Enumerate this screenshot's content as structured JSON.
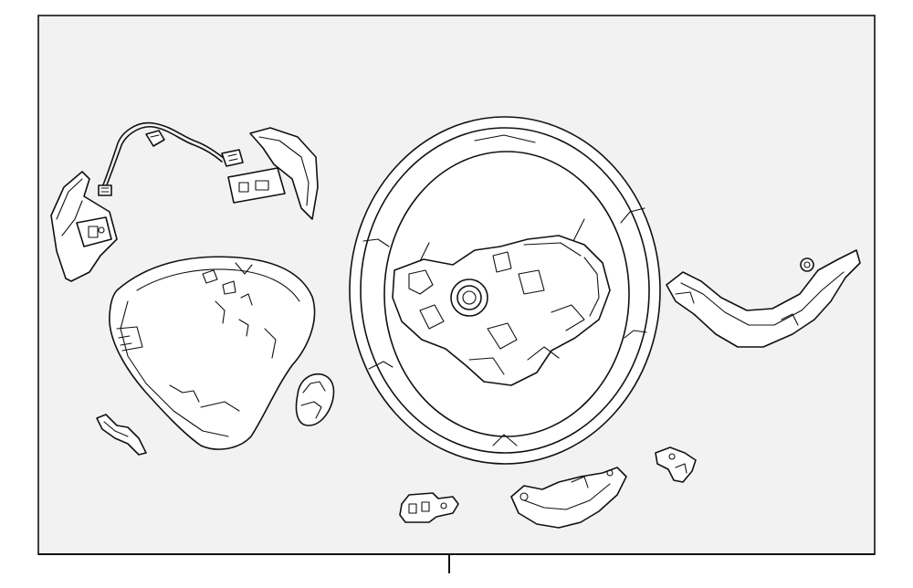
{
  "diagram": {
    "background_color": "#f2f2f2",
    "line_color": "#111111",
    "parts": [
      {
        "name": "wire-harness"
      },
      {
        "name": "left-switch-bezel"
      },
      {
        "name": "right-switch-bezel"
      },
      {
        "name": "airbag-cover"
      },
      {
        "name": "steering-wheel"
      },
      {
        "name": "lower-spoke-cover"
      },
      {
        "name": "cap-clip"
      },
      {
        "name": "small-bracket"
      },
      {
        "name": "horn-switch"
      },
      {
        "name": "lower-cover"
      },
      {
        "name": "clip"
      }
    ]
  }
}
